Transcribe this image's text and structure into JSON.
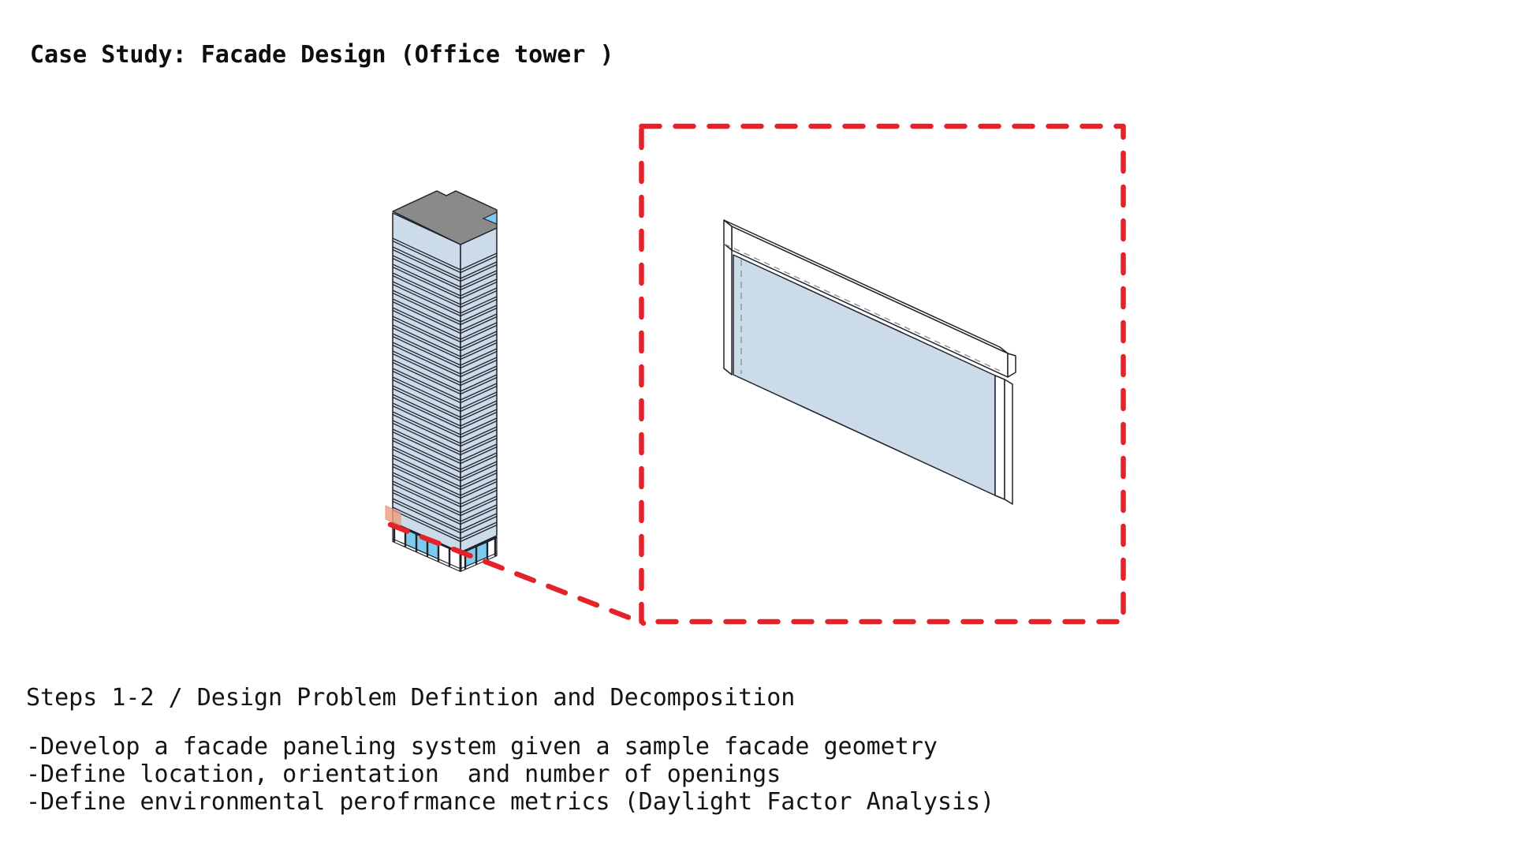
{
  "title": "Case Study: Facade Design (Office tower )",
  "section": {
    "heading": "Steps 1-2 / Design Problem Defintion and Decomposition",
    "bullets": [
      "-Develop a facade paneling system given a sample facade geometry",
      "-Define location, orientation  and number of openings",
      "-Define environmental perofrmance metrics (Daylight Factor Analysis)"
    ]
  },
  "colors": {
    "accent_red": "#e3222a",
    "facade_blue": "#ccdbea",
    "glass_cyan": "#7ccbec",
    "roof_gray": "#8a8a8a",
    "highlight_orange": "#f29c7e",
    "line_dark": "#20222b",
    "hidden_gray": "#8f9199",
    "frame_white": "#ffffff"
  }
}
